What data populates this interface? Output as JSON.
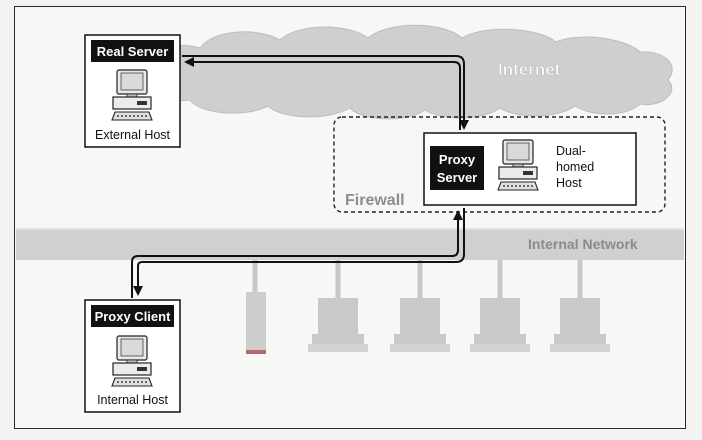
{
  "diagram": {
    "internet_label": "Internet",
    "firewall_label": "Firewall",
    "internal_network_label": "Internal Network",
    "real_server": {
      "title": "Real Server",
      "caption": "External Host"
    },
    "proxy_server": {
      "title_line1": "Proxy",
      "title_line2": "Server",
      "caption_line1": "Dual-",
      "caption_line2": "homed",
      "caption_line3": "Host"
    },
    "proxy_client": {
      "title": "Proxy Client",
      "caption": "Internal Host"
    }
  }
}
